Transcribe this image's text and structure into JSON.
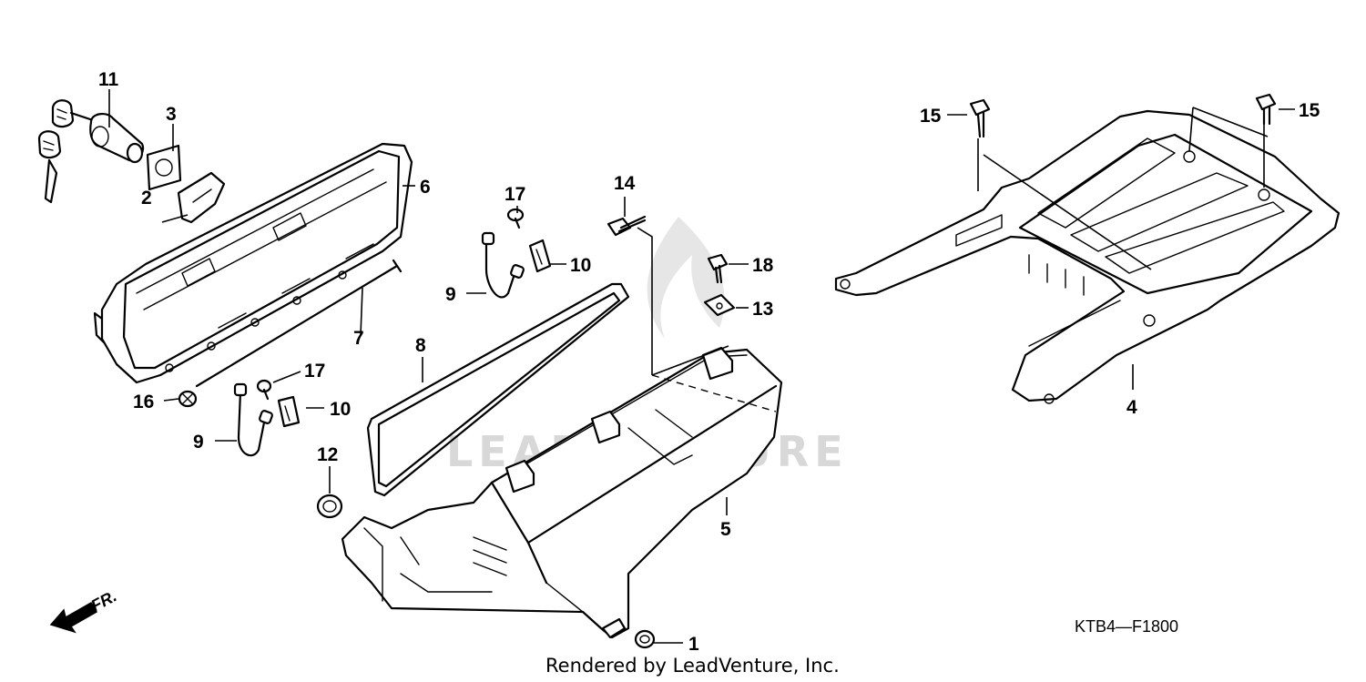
{
  "watermark": "LEADVENTURE",
  "diagram_code": "KTB4—F1800",
  "rendered_by": "Rendered by LeadVenture, Inc.",
  "front_marker": "FR.",
  "callouts": {
    "p1": "1",
    "p2": "2",
    "p3": "3",
    "p4": "4",
    "p5": "5",
    "p6": "6",
    "p7": "7",
    "p8": "8",
    "p9a": "9",
    "p9b": "9",
    "p10a": "10",
    "p10b": "10",
    "p11": "11",
    "p12": "12",
    "p13": "13",
    "p14": "14",
    "p15a": "15",
    "p15b": "15",
    "p16": "16",
    "p17a": "17",
    "p17b": "17",
    "p18": "18"
  }
}
